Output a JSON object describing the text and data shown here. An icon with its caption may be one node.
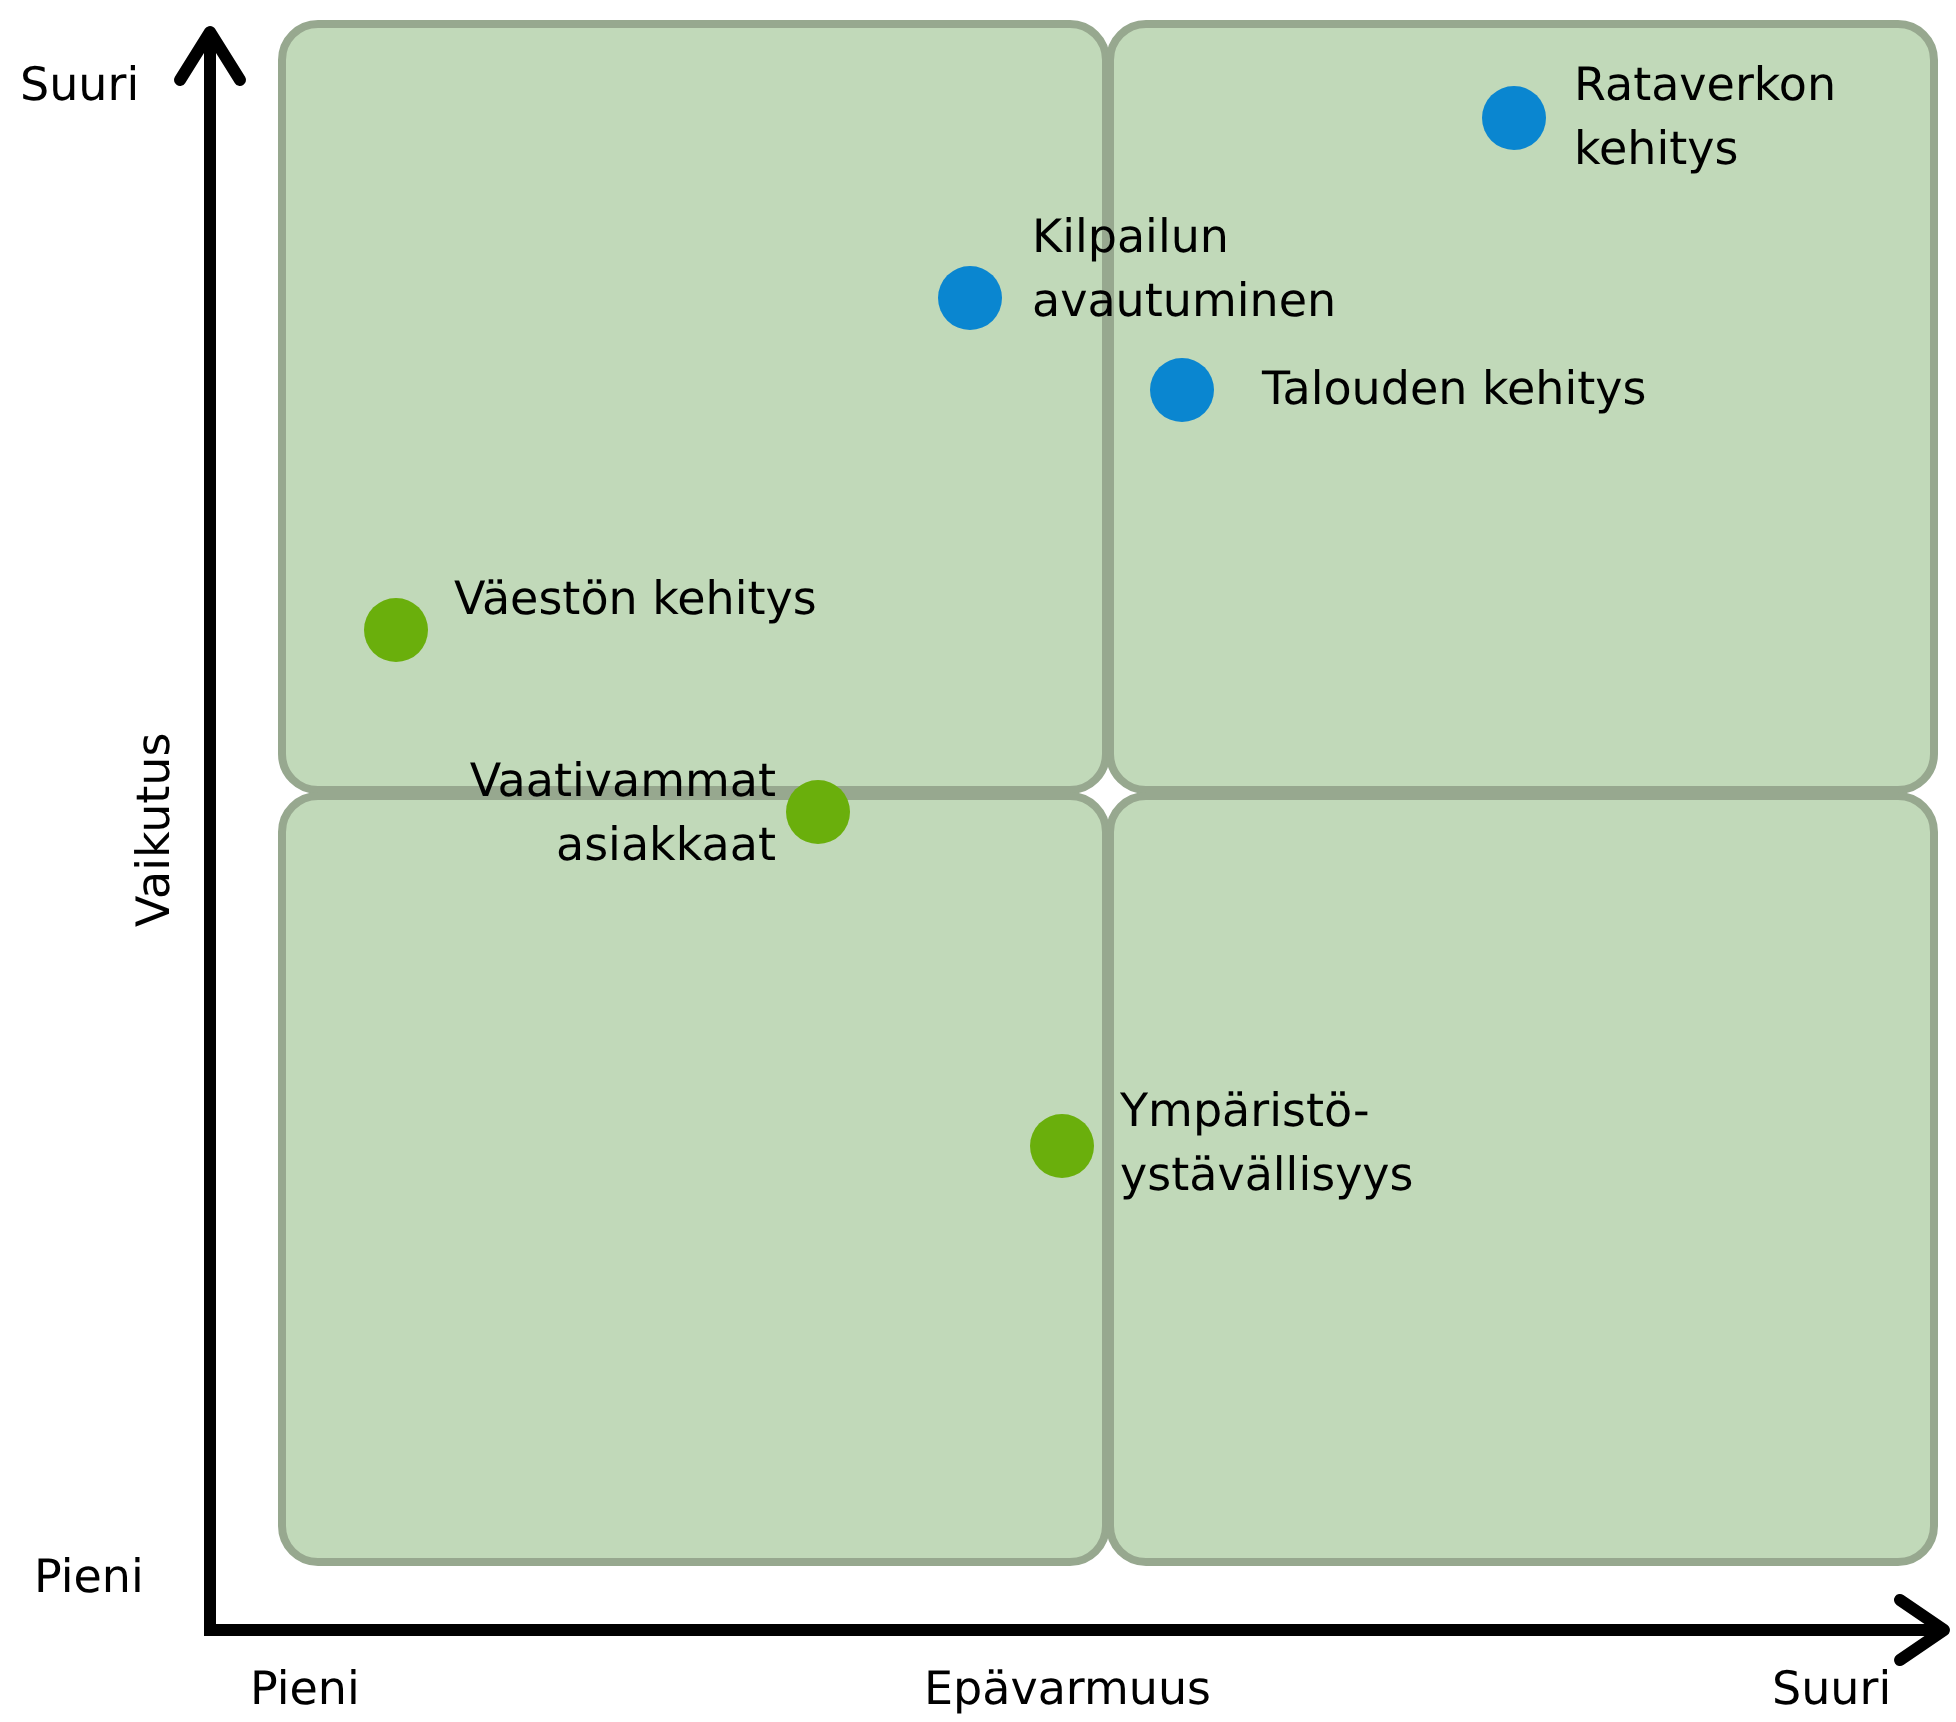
{
  "diagram": {
    "labels": [
      "Suuri",
      "Rataverkon kehitys",
      "Kilpailun avautuminen",
      "Talouden kehitys",
      "Väestön kehitys",
      "Vaikutus",
      "Vaativammat asiakkaat",
      "Ympäristö- ystävällisyys",
      "Pieni",
      "Pieni",
      "Epävarmuus",
      "Suuri"
    ]
  }
}
